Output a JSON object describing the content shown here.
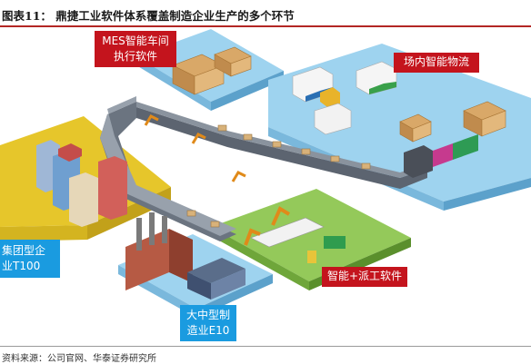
{
  "header": {
    "title": "图表11：  鼎捷工业软件体系覆盖制造企业生产的多个环节"
  },
  "labels": {
    "mes": [
      "MES智能车间",
      "执行软件"
    ],
    "logistics": "场内智能物流",
    "group": [
      "集团型企",
      "业T100"
    ],
    "midsize": [
      "大中型制",
      "造业E10"
    ],
    "smart": "智能+派工软件"
  },
  "footer": {
    "source": "资料来源：公司官网、华泰证券研究所"
  },
  "colors": {
    "accent_red": "#c4141d",
    "accent_blue": "#1a9be0",
    "rule": "#b32624"
  }
}
